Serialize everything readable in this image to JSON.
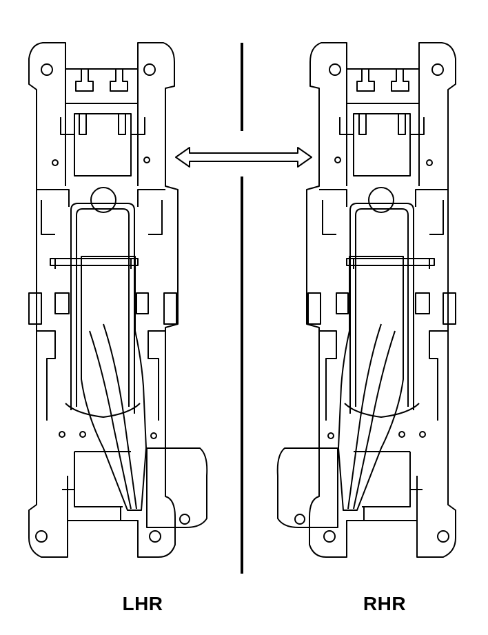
{
  "labels": {
    "left": "LHR",
    "right": "RHR"
  },
  "colors": {
    "line": "#000000",
    "background": "#ffffff"
  },
  "icons": {
    "interchange": "double-headed-arrow"
  }
}
